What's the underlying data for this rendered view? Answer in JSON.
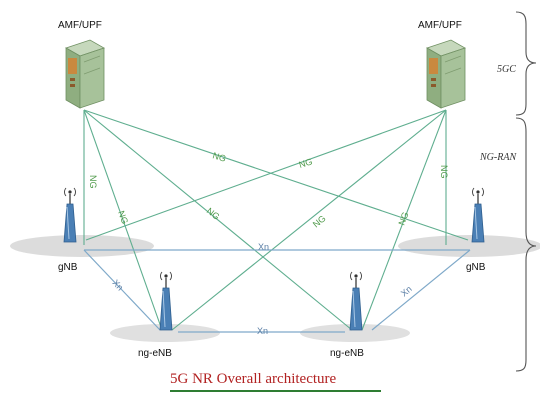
{
  "core": {
    "left_label": "AMF/UPF",
    "right_label": "AMF/UPF",
    "region_label": "5GC"
  },
  "ran": {
    "region_label": "NG-RAN",
    "gnb_left_label": "gNB",
    "gnb_right_label": "gNB",
    "ngenb_left_label": "ng-eNB",
    "ngenb_right_label": "ng-eNB"
  },
  "interfaces": {
    "ng": "NG",
    "xn": "Xn"
  },
  "caption": "5G NR Overall architecture",
  "colors": {
    "ng_line": "#5fae8f",
    "xn_line": "#7fa9c9",
    "server_face": "#a7c29a",
    "caption": "#b22222",
    "underline": "#2e7d32",
    "ellipse": "#d9d9d9"
  }
}
